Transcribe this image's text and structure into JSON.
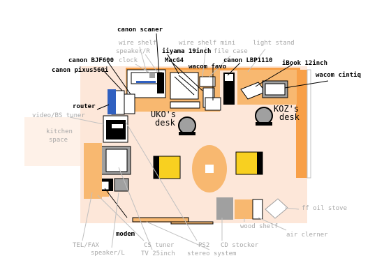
{
  "colors": {
    "floor": "#fde7d9",
    "desk": "#f8b870",
    "wall": "#f8a048",
    "chair": "#f8d020",
    "device_black": "#000000",
    "device_gray": "#a0a0a0",
    "device_blue": "#3060c0",
    "label_dark": "#000000",
    "label_light": "#a8a8a8"
  },
  "desks": {
    "uko": [
      "UKO's",
      "desk"
    ],
    "koz": [
      "KOZ's",
      "desk"
    ]
  },
  "labels": {
    "canon_scaner": "canon scaner",
    "wire_shelf": "wire shelf",
    "speaker_r": "speaker/R",
    "clock": "clock",
    "wire_shelf_mini": "wire shelf mini",
    "light_stand": "light stand",
    "canon_bjf600": "canon BJF600",
    "canon_pixus560i": "canon pixus560i",
    "iiyama": "iiyama 19inch",
    "file_case": "file case",
    "macg4": "MacG4",
    "canon_lbp": "canon LBP1110",
    "wacom_favo": "wacom favo",
    "ibook": "iBook 12inch",
    "wacom_cintiq": "wacom cintiq",
    "router": "router",
    "video_bs_tuner": "video/BS tuner",
    "kitchen": [
      "kitchen",
      "space"
    ],
    "ff_oil_stove": "ff oil stove",
    "wood_shelf": "wood shelf",
    "air_clerner": "air clerner",
    "modem": "modem",
    "tel_fax": "TEL/FAX",
    "speaker_l": "speaker/L",
    "cs_tuner": "CS tuner",
    "tv": "TV 25inch",
    "ps2": "PS2",
    "stereo": "stereo system",
    "cd_stocker": "CD stocker"
  }
}
